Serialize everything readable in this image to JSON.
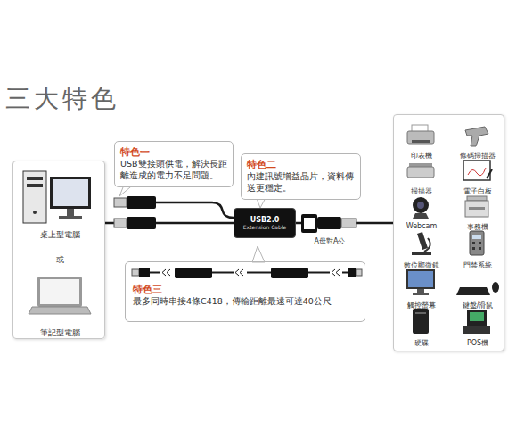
{
  "diagram": {
    "title": "三大特色",
    "nodes": [
      {
        "text": [
          "桌上型電腦",
          "或",
          "筆記型電腦"
        ]
      },
      {
        "text": [
          "特色一",
          "USB雙接頭供電，解決長距離造成的電力不足問題。"
        ]
      },
      {
        "text": [
          "特色二",
          "內建訊號增益晶片，資料傳送更穩定。"
        ]
      },
      {
        "text": [
          "USB2.0",
          "Extension Cable"
        ]
      },
      {
        "text": [
          "特色三",
          "最多同時串接4條C418，傳輸距離最遠可達40公尺"
        ]
      },
      {
        "text": [
          "印表機",
          "條碼掃描器",
          "掃描器",
          "電子白板",
          "Webcam",
          "事務機",
          "數位顯微鏡",
          "門禁系統",
          "觸控螢幕",
          "鍵盤/滑鼠",
          "硬碟",
          "POS機"
        ]
      }
    ],
    "edges": [
      {
        "from": 0,
        "to": 3,
        "arrow": "none"
      },
      {
        "from": 3,
        "to": 5,
        "arrow": "none"
      }
    ],
    "labels": [
      "A母對A公"
    ]
  }
}
